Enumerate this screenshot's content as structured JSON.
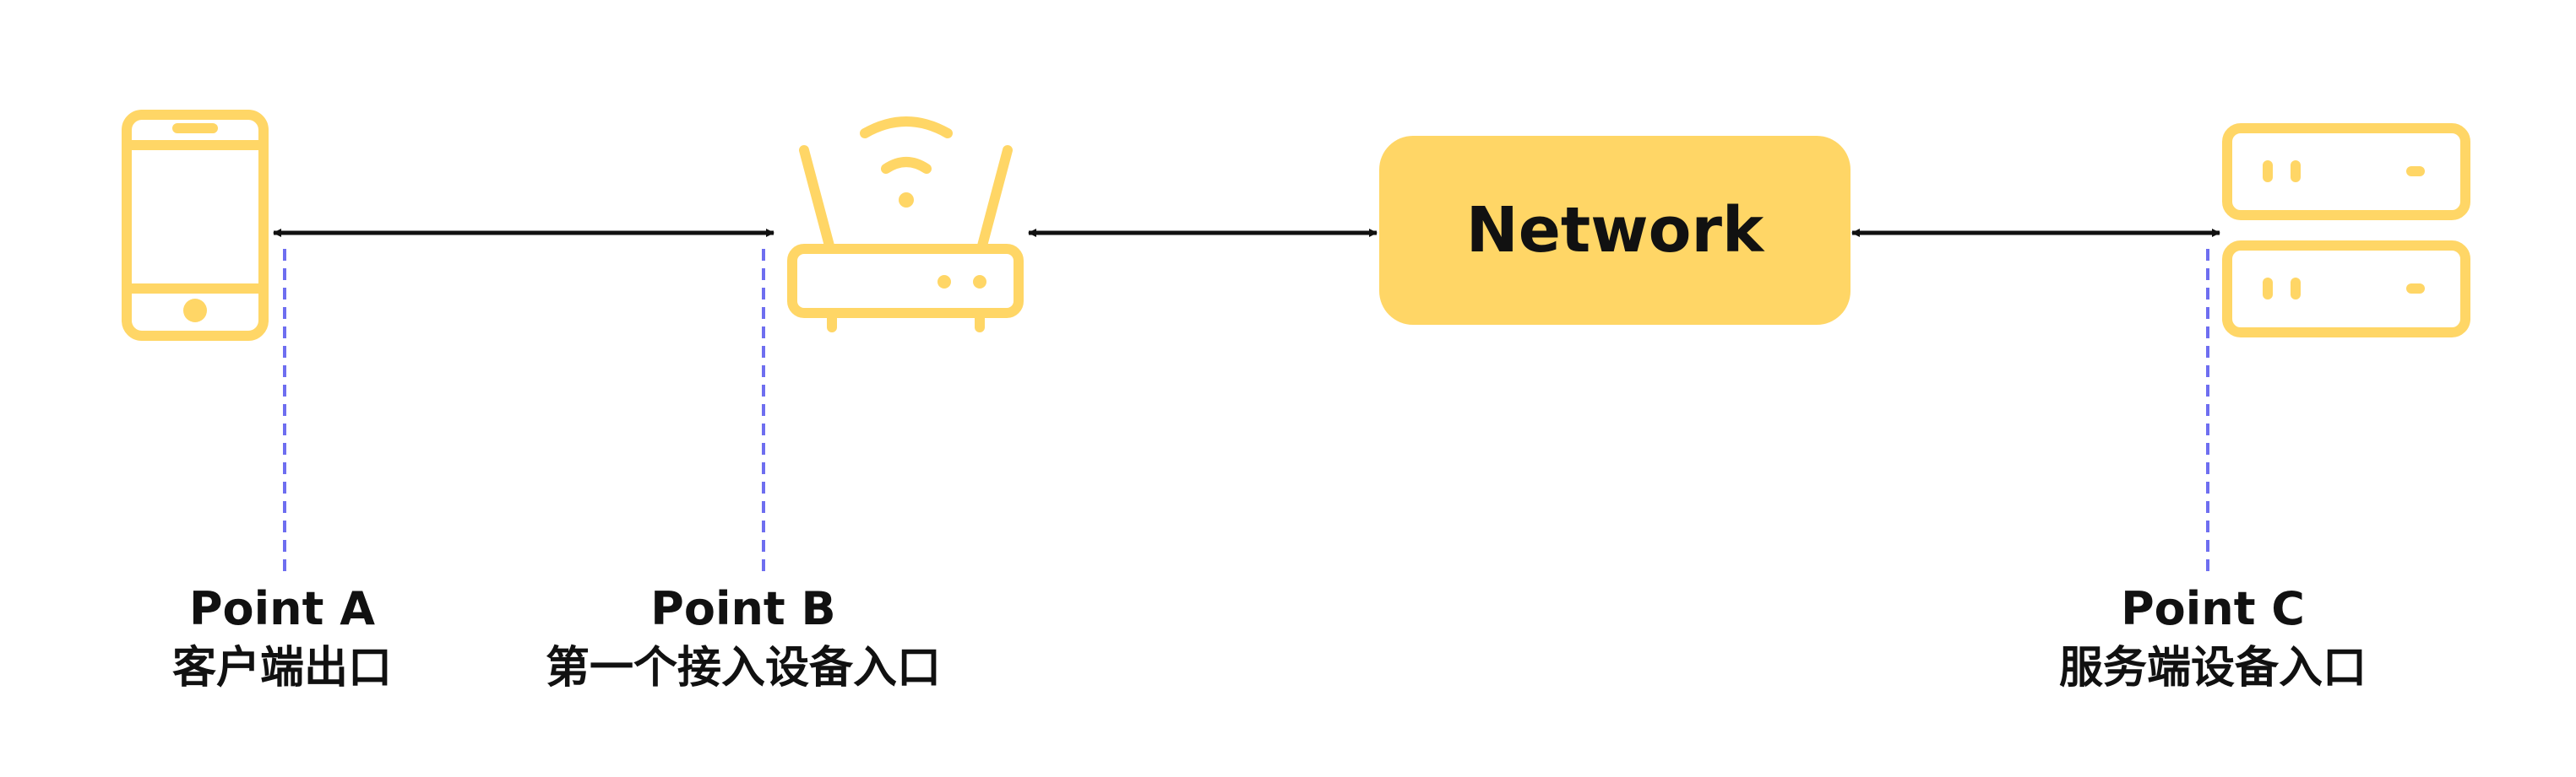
{
  "colors": {
    "device": "#FFD666",
    "arrow": "#111111",
    "guide": "#6E6EF0",
    "label": "#111111"
  },
  "devices": [
    {
      "id": "phone",
      "icon": "phone-icon"
    },
    {
      "id": "router",
      "icon": "wifi-router-icon"
    },
    {
      "id": "network",
      "label": "Network"
    },
    {
      "id": "server",
      "icon": "server-icon"
    }
  ],
  "points": [
    {
      "title": "Point A",
      "subtitle": "客户端出口"
    },
    {
      "title": "Point B",
      "subtitle": "第一个接入设备入口"
    },
    {
      "title": "Point C",
      "subtitle": "服务端设备入口"
    }
  ]
}
